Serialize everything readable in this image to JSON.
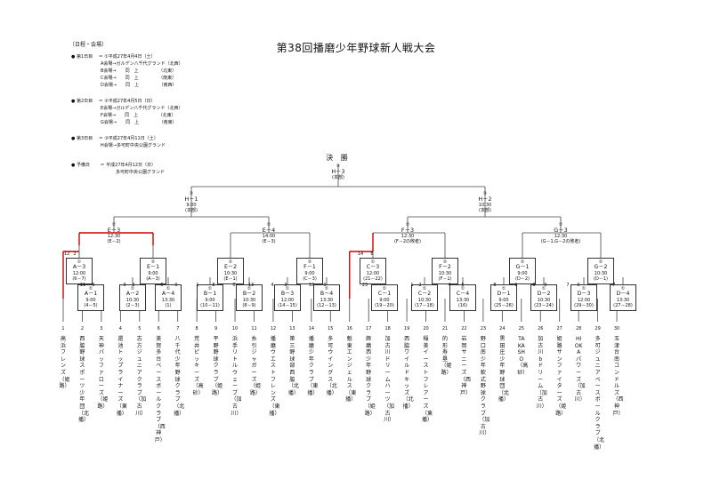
{
  "title": "第38回播磨少年野球新人戦大会",
  "schedule": {
    "heading": "〔日程・会場〕",
    "day1": [
      "● 第1日目　 ＝ ①平成27年4月4日（土）",
      "A会場→ガルデン八千代グランド（北西）",
      "B会場→　　同　上　　　　　（北東）",
      "C会場→　　同　上　　　　　（南東）",
      "D会場→　　同　上　　　　　（南西）"
    ],
    "day2": [
      "● 第2日目　 ＝ ②平成27年4月5日（日）",
      "E会場→ガルデン八千代グランド（北西）",
      "F会場→　　同　上　　　　　（北東）",
      "G会場→　　同　上　　　　　（南東）"
    ],
    "day3": [
      "● 第3日目　 ＝ ③平成27年4月11日（土）",
      "H会場→多可町中央公園グランド"
    ],
    "reserve": [
      "● 予備日　　 ＝ 平成27年4月12日（日）",
      "多可町中央公園グランド"
    ]
  },
  "final": {
    "title": "決 勝",
    "round": "③",
    "id": "H－3",
    "note": "(本部)"
  },
  "semis": [
    {
      "round": "③",
      "id": "H－1",
      "time": "9:00",
      "note": "(本部)"
    },
    {
      "round": "③",
      "id": "H－2",
      "time": "10:30",
      "note": "(本部)"
    }
  ],
  "quarters": [
    {
      "round": "②",
      "id": "E－3",
      "time": "12:30",
      "note": "(E－2)"
    },
    {
      "round": "②",
      "id": "E－4",
      "time": "14:00",
      "note": "(E－3)"
    },
    {
      "round": "②",
      "id": "F－3",
      "time": "12:30",
      "note": "(F－2の敗者)"
    },
    {
      "round": "②",
      "id": "G－3",
      "time": "12:30",
      "note": "(G－1,G－2の敗者)"
    }
  ],
  "round2": [
    {
      "round": "①",
      "id": "A－3",
      "time": "12:00",
      "note": "(6－7)"
    },
    {
      "round": "②",
      "id": "E－1",
      "time": "9:00",
      "note": "(A－3)"
    },
    {
      "round": "②",
      "id": "E－2",
      "time": "10:30",
      "note": "(E－1)"
    },
    {
      "round": "②",
      "id": "F－1",
      "time": "9:00",
      "note": "(C－3)"
    },
    {
      "round": "①",
      "id": "C－3",
      "time": "12:00",
      "note": "(21－22)"
    },
    {
      "round": "②",
      "id": "F－2",
      "time": "10:30",
      "note": "(F－1)"
    },
    {
      "round": "②",
      "id": "G－1",
      "time": "9:00",
      "note": "(D－2)"
    },
    {
      "round": "②",
      "id": "G－2",
      "time": "10:30",
      "note": "(D－1)"
    }
  ],
  "round1": [
    {
      "round": "①",
      "id": "A－1",
      "time": "9:00",
      "note": "(4－5)"
    },
    {
      "round": "①",
      "id": "A－2",
      "time": "10:30",
      "note": "(2－3)"
    },
    {
      "round": "①",
      "id": "A－4",
      "time": "13:30",
      "note": "(1)"
    },
    {
      "round": "①",
      "id": "B－1",
      "time": "9:00",
      "note": "(10－11)"
    },
    {
      "round": "①",
      "id": "B－2",
      "time": "10:30",
      "note": "(8－9)"
    },
    {
      "round": "①",
      "id": "B－3",
      "time": "12:00",
      "note": "(14－15)"
    },
    {
      "round": "①",
      "id": "B－4",
      "time": "13:30",
      "note": "(12－13)"
    },
    {
      "round": "①",
      "id": "C－1",
      "time": "9:00",
      "note": "(19－20)"
    },
    {
      "round": "①",
      "id": "C－2",
      "time": "10:30",
      "note": "(17－18)"
    },
    {
      "round": "①",
      "id": "C－4",
      "time": "13:30",
      "note": "(16)"
    },
    {
      "round": "①",
      "id": "D－1",
      "time": "9:00",
      "note": "(25－26)"
    },
    {
      "round": "①",
      "id": "D－2",
      "time": "10:30",
      "note": "(23－24)"
    },
    {
      "round": "①",
      "id": "D－3",
      "time": "12:00",
      "note": "(29－30)"
    },
    {
      "round": "①",
      "id": "D－4",
      "time": "13:30",
      "note": "(27－28)"
    }
  ],
  "scores": [
    "12",
    "2",
    "11",
    "6",
    "3",
    "2",
    "5",
    "0",
    "1",
    "8",
    "0",
    "13",
    "4",
    "3",
    "10",
    "0",
    "14",
    "8",
    "23",
    "1",
    "2",
    "4",
    "5",
    "8",
    "1",
    "3",
    "0",
    "7",
    "0",
    "7"
  ],
  "teams": [
    {
      "num": "1",
      "name": "高浜フレンズ（姫路）"
    },
    {
      "num": "2",
      "name": "西脇野球スポーツ少年団（北播）"
    },
    {
      "num": "3",
      "name": "天神パッファローズ（姫路）"
    },
    {
      "num": "4",
      "name": "還池トップライナーズ（東播）"
    },
    {
      "num": "5",
      "name": "志方ジュニアクラブ（加古川）"
    },
    {
      "num": "6",
      "name": "美賀多台ベースボールクラブ（西神戸）"
    },
    {
      "num": "7",
      "name": "八千代少年野球クラブ（北播）"
    },
    {
      "num": "8",
      "name": "荒井ピッキーズ（高砂）"
    },
    {
      "num": "9",
      "name": "平野野球クラブ（姫路）"
    },
    {
      "num": "10",
      "name": "浜手リトルウェーブ（加古川）"
    },
    {
      "num": "11",
      "name": "糸引ジャガーズ（姫路）"
    },
    {
      "num": "12",
      "name": "播磨ウエストフレンズ（東播）"
    },
    {
      "num": "13",
      "name": "第三野球部西脇（北播）"
    },
    {
      "num": "14",
      "name": "播磨少年クラブ（東播）"
    },
    {
      "num": "15",
      "name": "多可ウイングス（北播）"
    },
    {
      "num": "16",
      "name": "魁東エンジェルス（東播）"
    },
    {
      "num": "17",
      "name": "飾磨西少年野球クラブ（姫路）"
    },
    {
      "num": "18",
      "name": "加古川ドリームハーツ（加古川）"
    },
    {
      "num": "19",
      "name": "西脇ワイルドキッズ（北播）"
    },
    {
      "num": "20",
      "name": "稲美イーストフレアーズ（東播）"
    },
    {
      "num": "21",
      "name": "的形寿塁（姫路）"
    },
    {
      "num": "22",
      "name": "岩岡サニーズ（西神戸）"
    },
    {
      "num": "23",
      "name": "野口南少年軟式野球クラブ（加古川）"
    },
    {
      "num": "24",
      "name": "黒田庄少年野球団（北播）"
    },
    {
      "num": "25",
      "name": "TAKASHO（高砂）"
    },
    {
      "num": "26",
      "name": "加古川bドリーム（加古川）"
    },
    {
      "num": "27",
      "name": "姫路サンファイターズ（姫路）"
    },
    {
      "num": "28",
      "name": "HIOKAパワーズ（加古川）"
    },
    {
      "num": "29",
      "name": "多可ジュニアベースボールクラブ（北播）"
    },
    {
      "num": "30",
      "name": "玉津台南コンドルズ（西神戸）"
    }
  ]
}
